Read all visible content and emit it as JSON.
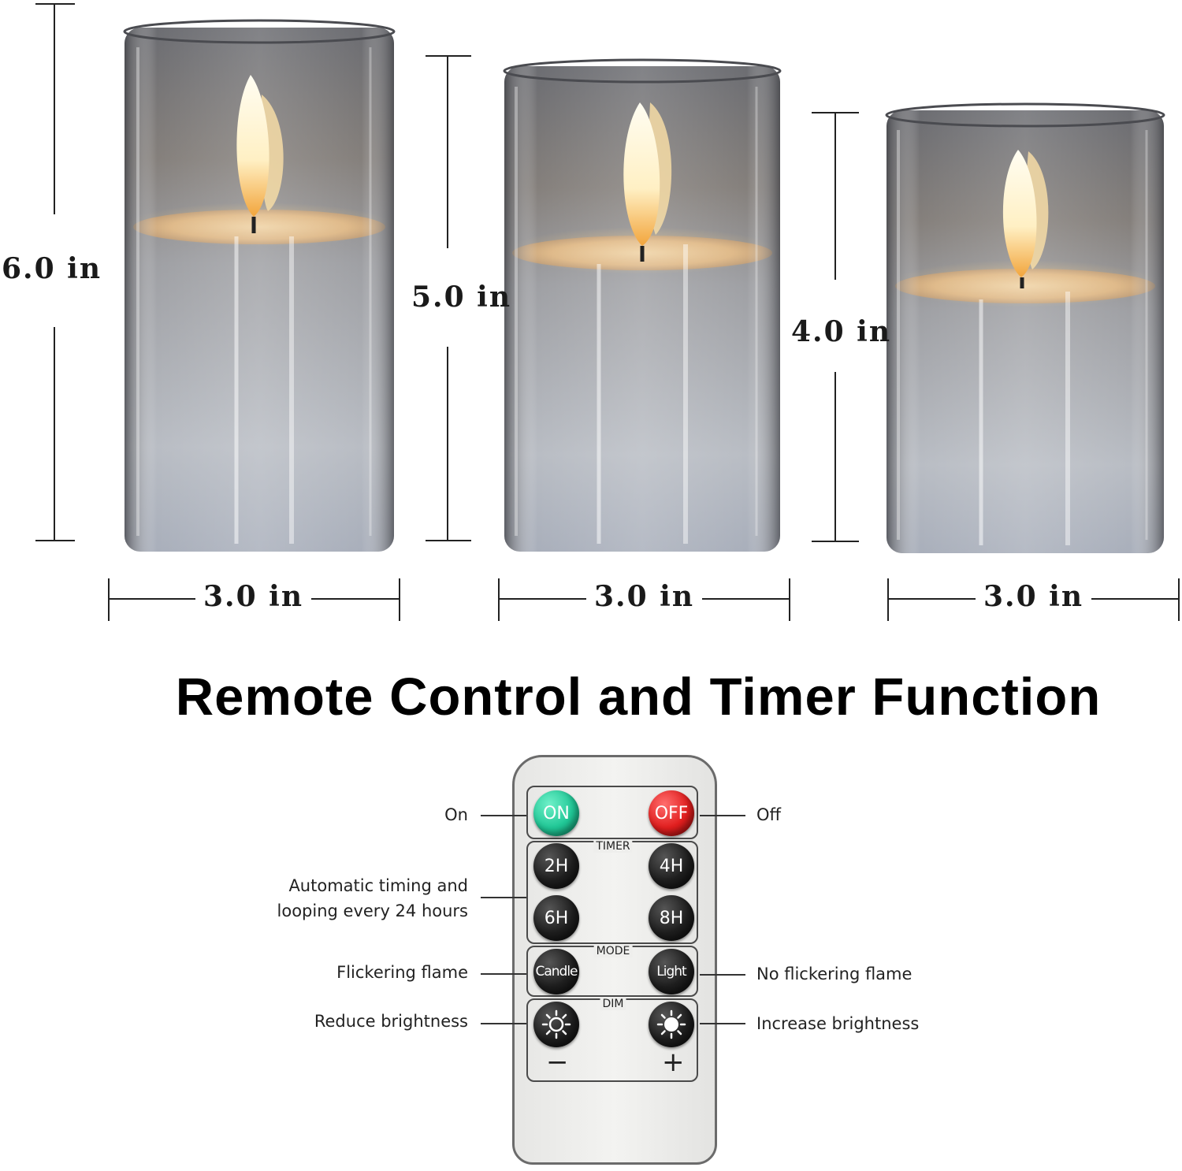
{
  "dimensions": {
    "heights": [
      "6.0 in",
      "5.0 in",
      "4.0 in"
    ],
    "widths": [
      "3.0 in",
      "3.0 in",
      "3.0 in"
    ]
  },
  "title": "Remote Control and Timer Function",
  "remote": {
    "on_label": "ON",
    "off_label": "OFF",
    "timer_title": "TIMER",
    "timer_buttons": [
      "2H",
      "4H",
      "6H",
      "8H"
    ],
    "mode_title": "MODE",
    "mode_buttons": [
      "Candle",
      "Light"
    ],
    "dim_title": "DIM",
    "dim_minus": "−",
    "dim_plus": "+",
    "on_color": "#20c796",
    "off_color": "#e11e1e"
  },
  "annotations": {
    "on": "On",
    "off": "Off",
    "timer_line1": "Automatic timing and",
    "timer_line2": "looping every 24 hours",
    "candle": "Flickering flame",
    "light": "No flickering flame",
    "dim_minus": "Reduce brightness",
    "dim_plus": "Increase brightness"
  },
  "icons": {
    "flame": "flame-icon",
    "sun_outline": "sun-outline-icon",
    "sun_filled": "sun-filled-icon"
  }
}
